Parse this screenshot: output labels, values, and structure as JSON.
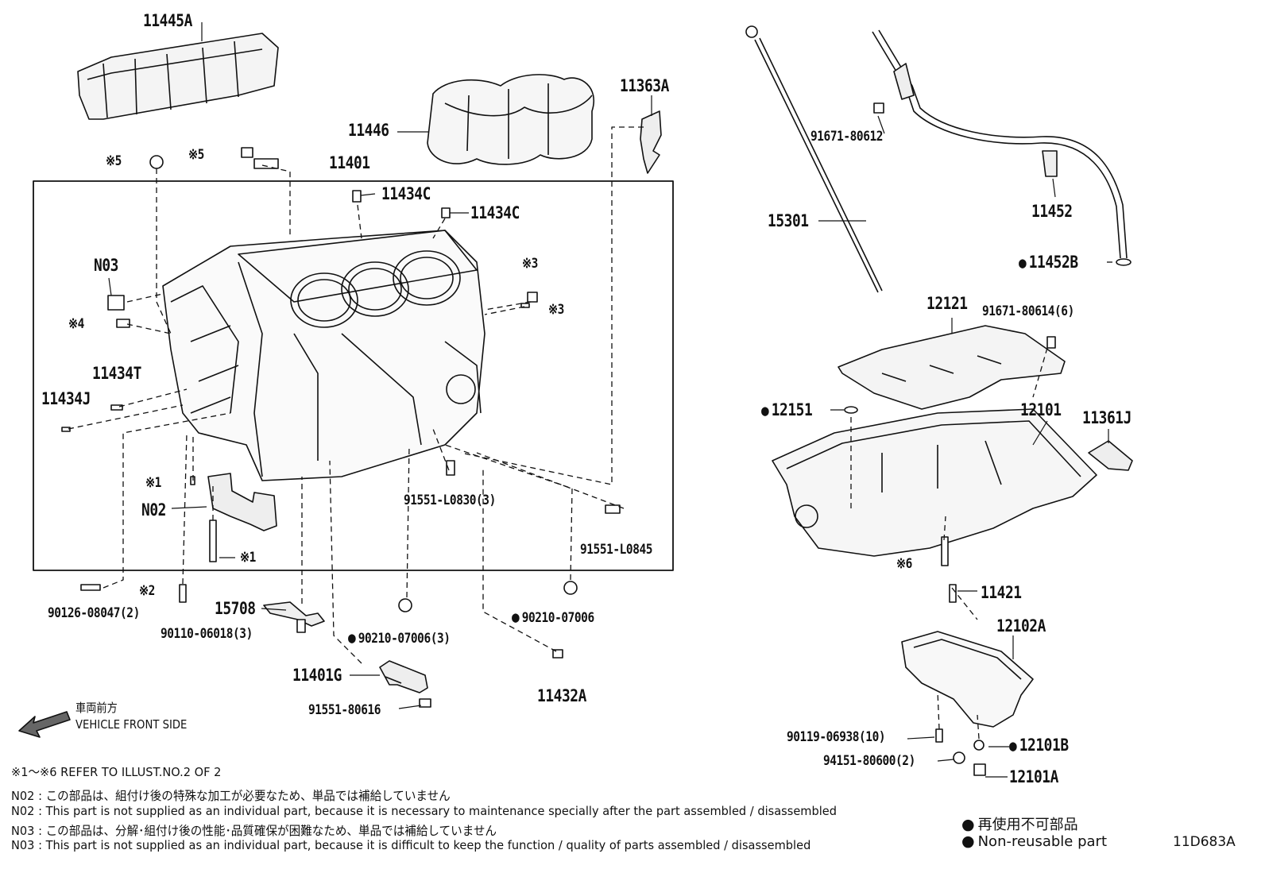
{
  "labels": {
    "p11445A": "11445A",
    "p11446": "11446",
    "p11363A": "11363A",
    "p11401": "11401",
    "p11434C_a": "11434C",
    "p11434C_b": "11434C",
    "ref5_a": "※5",
    "ref5_b": "※5",
    "n03": "N03",
    "ref4": "※4",
    "ref3_a": "※3",
    "ref3_b": "※3",
    "p11434T": "11434T",
    "p11434J": "11434J",
    "ref1_a": "※1",
    "n02": "N02",
    "ref1_b": "※1",
    "p91551_L0830": "91551-L0830(3)",
    "p91551_L0845": "91551-L0845",
    "ref2": "※2",
    "p90126": "90126-08047(2)",
    "p15708": "15708",
    "p90110": "90110-06018(3)",
    "p90210_3": "90210-07006(3)",
    "p90210": "90210-07006",
    "p11401G": "11401G",
    "p91551_80616": "91551-80616",
    "p11432A": "11432A",
    "p91671_80612": "91671-80612",
    "p15301": "15301",
    "p11452": "11452",
    "p11452B": "11452B",
    "p12121": "12121",
    "p91671_80614": "91671-80614(6)",
    "p12151": "12151",
    "p12101": "12101",
    "p11361J": "11361J",
    "ref6": "※6",
    "p11421": "11421",
    "p12102A": "12102A",
    "p90119": "90119-06938(10)",
    "p12101B": "12101B",
    "p94151": "94151-80600(2)",
    "p12101A": "12101A"
  },
  "front": {
    "jp": "車両前方",
    "en": "VEHICLE FRONT SIDE"
  },
  "notes": {
    "refer": "※1～※6  REFER TO ILLUST.NO.2 OF 2",
    "n02_jp": "N02 : この部品は、組付け後の特殊な加工が必要なため、単品では補給していません",
    "n02_en": "N02 : This part is not supplied as an individual part, because it is necessary to maintenance specially after the part assembled / disassembled",
    "n03_jp": "N03 : この部品は、分解･組付け後の性能･品質確保が困難なため、単品では補給していません",
    "n03_en": "N03 : This part is not supplied as an individual part, because it is difficult to keep the function / quality of parts  assembled / disassembled"
  },
  "legend": {
    "jp": "再使用不可部品",
    "en": "Non-reusable part"
  },
  "code": "11D683A"
}
